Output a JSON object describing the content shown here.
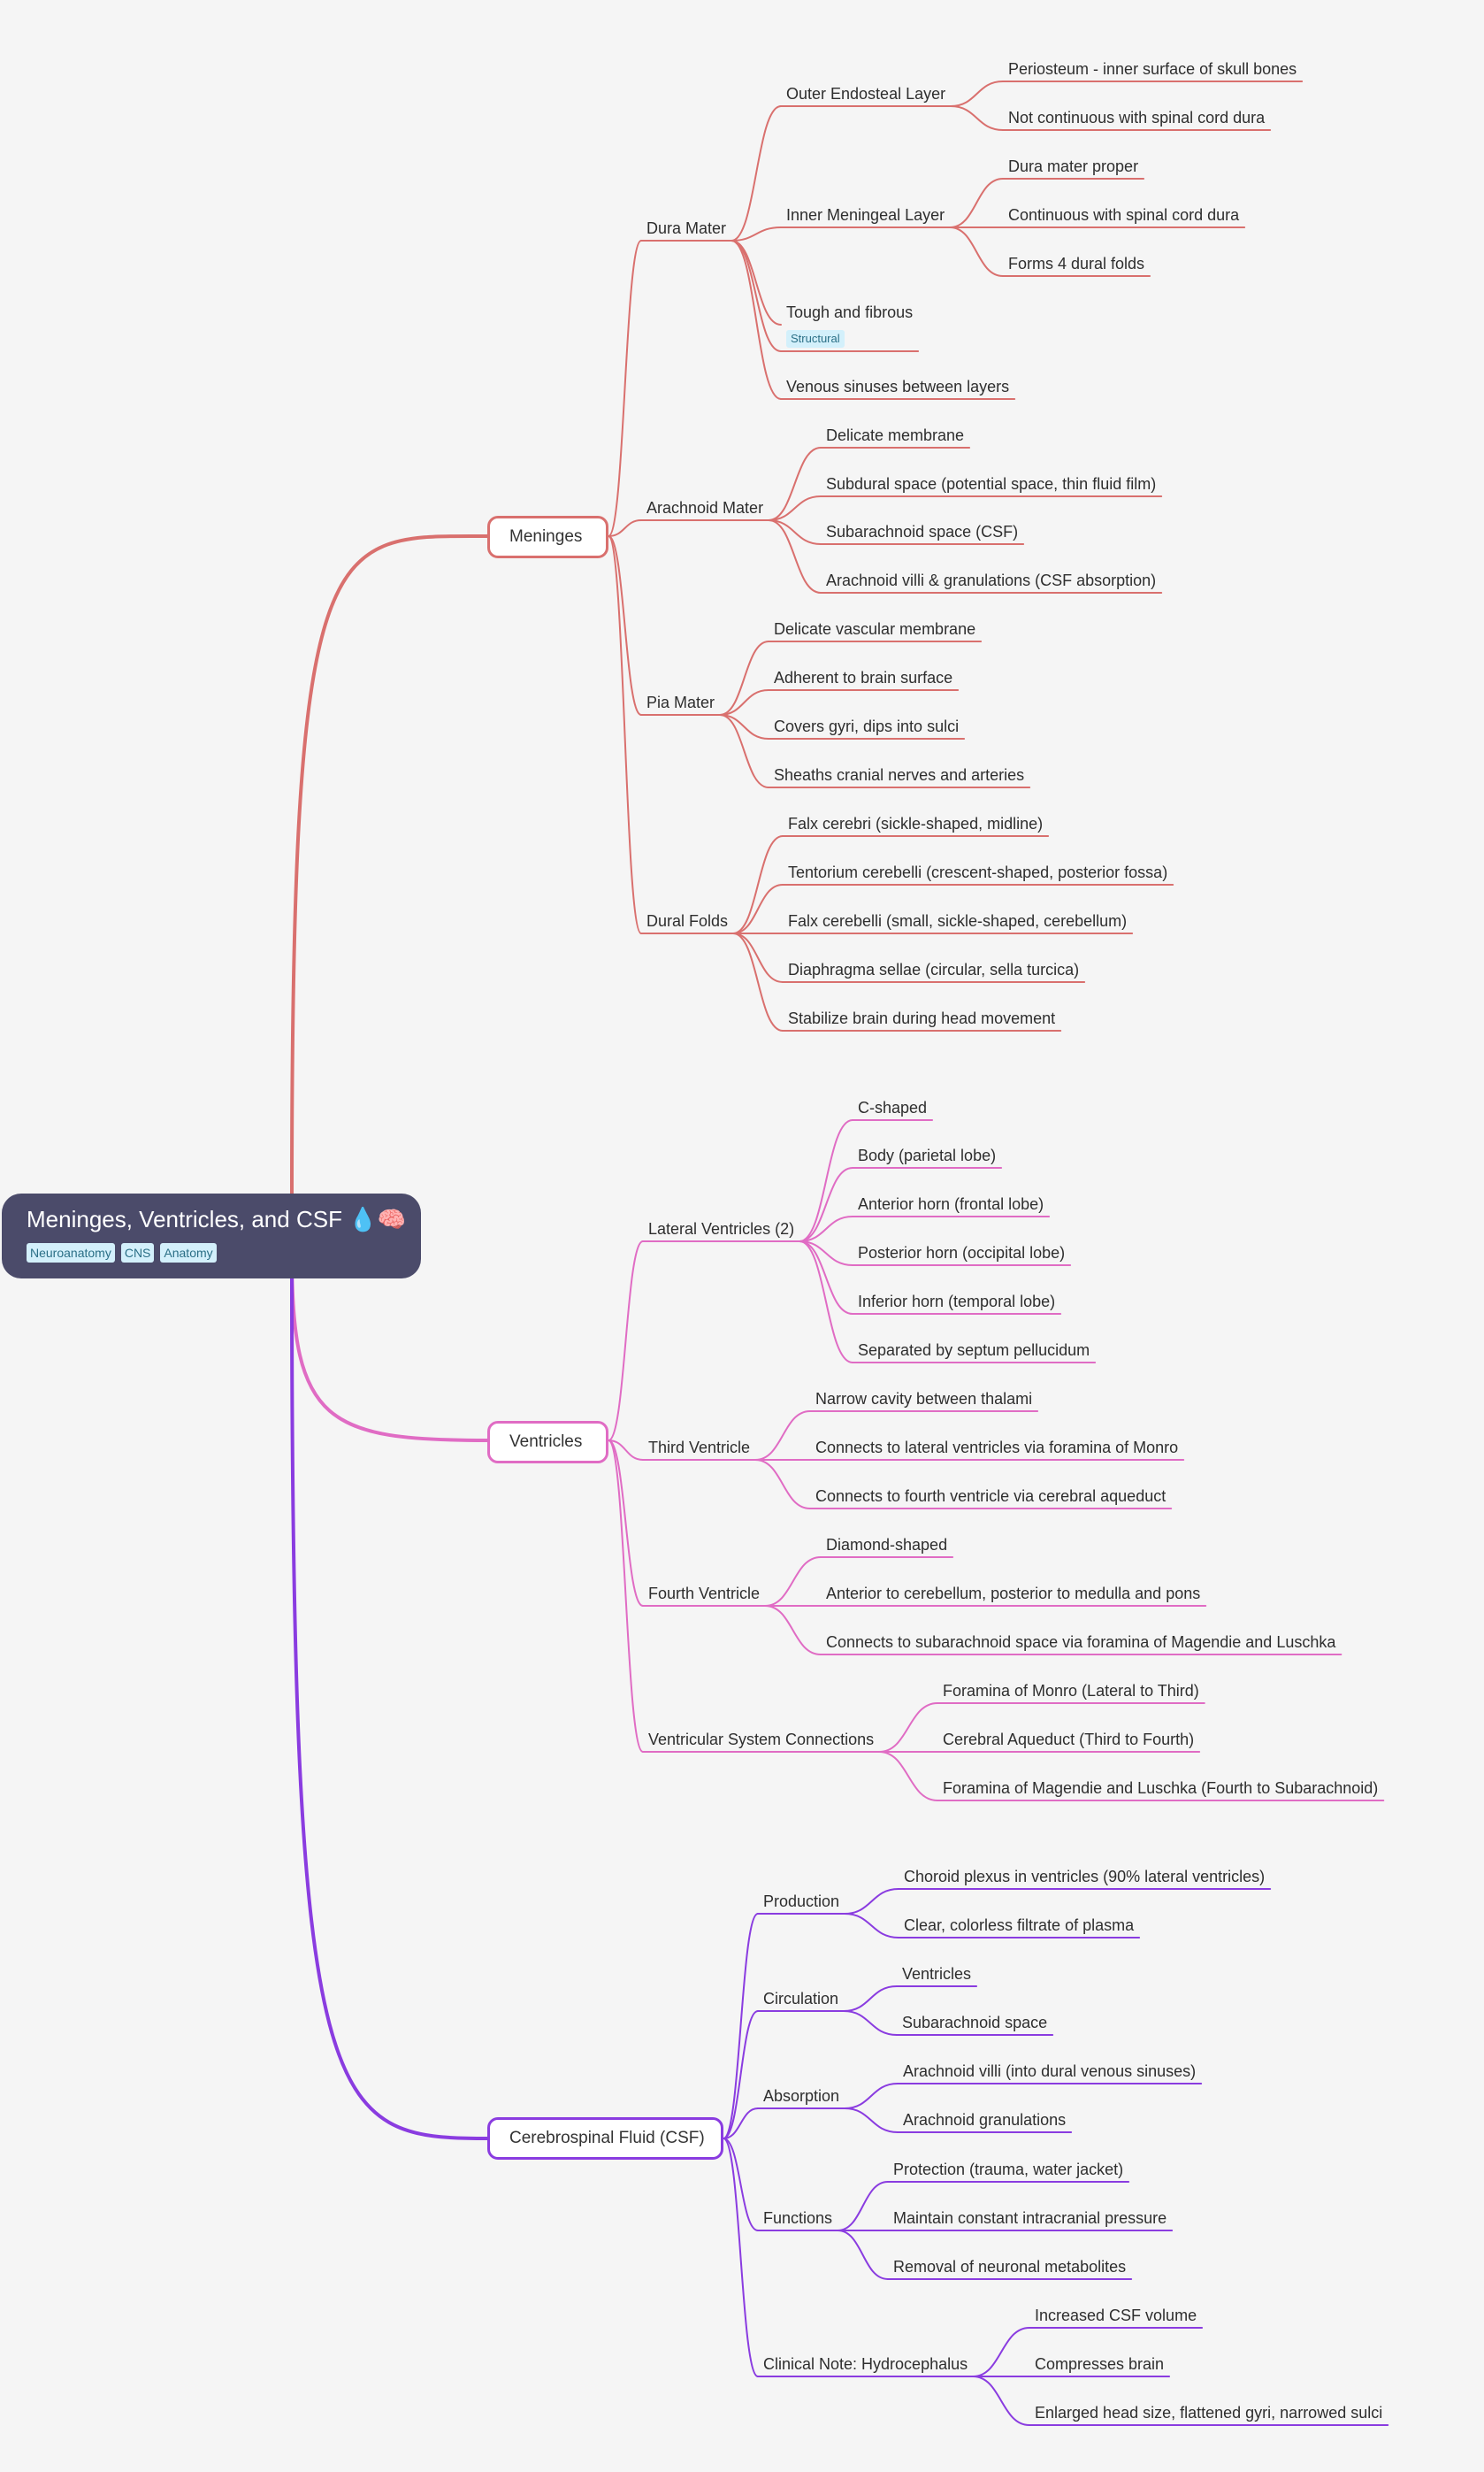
{
  "title": "Meninges, Ventricles, and CSF 💧🧠",
  "tags": [
    "Neuroanatomy",
    "CNS",
    "Anatomy"
  ],
  "colors": {
    "meninges": "#d9706e",
    "ventricles": "#e06cc4",
    "csf": "#8a3ce0",
    "root_bg": "#4b4b6a"
  },
  "branches": [
    {
      "label": "Meninges",
      "children": [
        {
          "label": "Dura Mater",
          "children": [
            {
              "label": "Outer Endosteal Layer",
              "children": [
                {
                  "label": "Periosteum - inner surface of skull bones"
                },
                {
                  "label": "Not continuous with spinal cord dura"
                }
              ]
            },
            {
              "label": "Inner Meningeal Layer",
              "children": [
                {
                  "label": "Dura mater proper"
                },
                {
                  "label": "Continuous with spinal cord dura"
                },
                {
                  "label": "Forms 4 dural folds"
                }
              ]
            },
            {
              "label": "Tough and fibrous",
              "tag": "Structural"
            },
            {
              "label": "Venous sinuses between layers"
            }
          ]
        },
        {
          "label": "Arachnoid Mater",
          "children": [
            {
              "label": "Delicate membrane"
            },
            {
              "label": "Subdural space (potential space, thin fluid film)"
            },
            {
              "label": "Subarachnoid space (CSF)"
            },
            {
              "label": "Arachnoid villi & granulations (CSF absorption)"
            }
          ]
        },
        {
          "label": "Pia Mater",
          "children": [
            {
              "label": "Delicate vascular membrane"
            },
            {
              "label": "Adherent to brain surface"
            },
            {
              "label": "Covers gyri, dips into sulci"
            },
            {
              "label": "Sheaths cranial nerves and arteries"
            }
          ]
        },
        {
          "label": "Dural Folds",
          "children": [
            {
              "label": "Falx cerebri (sickle-shaped, midline)"
            },
            {
              "label": "Tentorium cerebelli (crescent-shaped, posterior fossa)"
            },
            {
              "label": "Falx cerebelli (small, sickle-shaped, cerebellum)"
            },
            {
              "label": "Diaphragma sellae (circular, sella turcica)"
            },
            {
              "label": "Stabilize brain during head movement"
            }
          ]
        }
      ]
    },
    {
      "label": "Ventricles",
      "children": [
        {
          "label": "Lateral Ventricles (2)",
          "children": [
            {
              "label": "C-shaped"
            },
            {
              "label": "Body (parietal lobe)"
            },
            {
              "label": "Anterior horn (frontal lobe)"
            },
            {
              "label": "Posterior horn (occipital lobe)"
            },
            {
              "label": "Inferior horn (temporal lobe)"
            },
            {
              "label": "Separated by septum pellucidum"
            }
          ]
        },
        {
          "label": "Third Ventricle",
          "children": [
            {
              "label": "Narrow cavity between thalami"
            },
            {
              "label": "Connects to lateral ventricles via foramina of Monro"
            },
            {
              "label": "Connects to fourth ventricle via cerebral aqueduct"
            }
          ]
        },
        {
          "label": "Fourth Ventricle",
          "children": [
            {
              "label": "Diamond-shaped"
            },
            {
              "label": "Anterior to cerebellum, posterior to medulla and pons"
            },
            {
              "label": "Connects to subarachnoid space via foramina of Magendie and Luschka"
            }
          ]
        },
        {
          "label": "Ventricular System Connections",
          "children": [
            {
              "label": "Foramina of Monro (Lateral to Third)"
            },
            {
              "label": "Cerebral Aqueduct (Third to Fourth)"
            },
            {
              "label": "Foramina of Magendie and Luschka (Fourth to Subarachnoid)"
            }
          ]
        }
      ]
    },
    {
      "label": "Cerebrospinal Fluid (CSF)",
      "children": [
        {
          "label": "Production",
          "children": [
            {
              "label": "Choroid plexus in ventricles (90% lateral ventricles)"
            },
            {
              "label": "Clear, colorless filtrate of plasma"
            }
          ]
        },
        {
          "label": "Circulation",
          "children": [
            {
              "label": "Ventricles"
            },
            {
              "label": "Subarachnoid space"
            }
          ]
        },
        {
          "label": "Absorption",
          "children": [
            {
              "label": "Arachnoid villi (into dural venous sinuses)"
            },
            {
              "label": "Arachnoid granulations"
            }
          ]
        },
        {
          "label": "Functions",
          "children": [
            {
              "label": "Protection (trauma, water jacket)"
            },
            {
              "label": "Maintain constant intracranial pressure"
            },
            {
              "label": "Removal of neuronal metabolites"
            }
          ]
        },
        {
          "label": "Clinical Note: Hydrocephalus",
          "children": [
            {
              "label": "Increased CSF volume"
            },
            {
              "label": "Compresses brain"
            },
            {
              "label": "Enlarged head size, flattened gyri, narrowed sulci"
            }
          ]
        }
      ]
    }
  ]
}
